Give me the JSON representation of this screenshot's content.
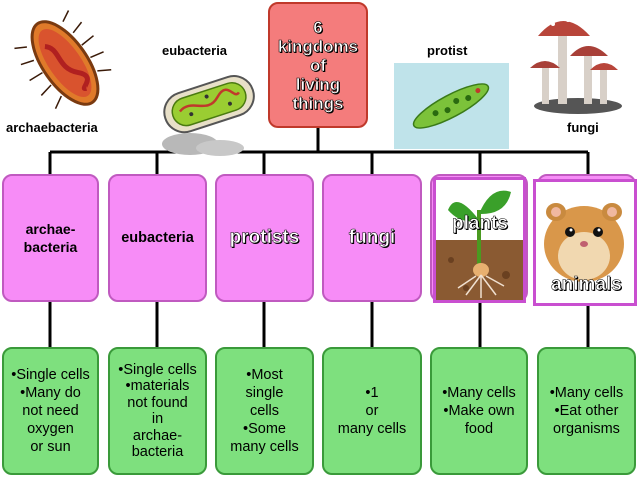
{
  "title": "6\nkingdoms\nof\nliving\nthings",
  "top_labels": {
    "archaebacteria": "archaebacteria",
    "eubacteria": "eubacteria",
    "protist": "protist",
    "fungi": "fungi"
  },
  "kingdoms": [
    {
      "name": "archae-\nbacteria",
      "desc": "•Single cells\n•Many do\nnot need\noxygen\nor sun"
    },
    {
      "name": "eubacteria",
      "desc": "•Single cells\n•materials\nnot found\nin\narchae-\nbacteria"
    },
    {
      "name": "protists",
      "desc": "•Most\nsingle\ncells\n•Some\nmany cells"
    },
    {
      "name": "fungi",
      "desc": "•1\nor\nmany cells"
    },
    {
      "name": "plants",
      "desc": "•Many cells\n•Make own\nfood"
    },
    {
      "name": "animals",
      "desc": "•Many cells\n•Eat other\norganisms"
    }
  ],
  "colors": {
    "root": "#f47c7c",
    "kingdom_box": "#f78cf7",
    "description_box": "#7ee07e",
    "connector": "#000000"
  }
}
